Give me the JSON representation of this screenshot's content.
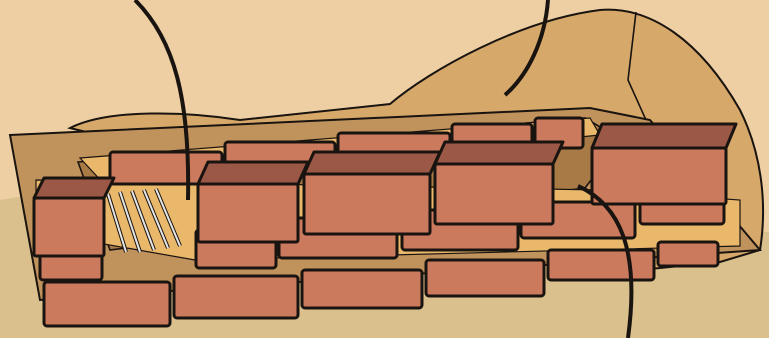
{
  "illustration": {
    "subject": "brick-wall-construction",
    "components": [
      "trench",
      "earth-mound",
      "mortar-bed",
      "brick-courses",
      "reinforcement-bars",
      "leader-lines"
    ],
    "colors": {
      "background": "#eecfa3",
      "ground": "#d9c08c",
      "trench": "#c0925c",
      "trench_floor": "#a87a45",
      "mound": "#d6a86a",
      "mortar": "#e9b86a",
      "brick": "#cc7a5e",
      "brick_dark": "#9c5846",
      "rebar": "#e6e6e6",
      "outline": "#1a1410"
    }
  }
}
